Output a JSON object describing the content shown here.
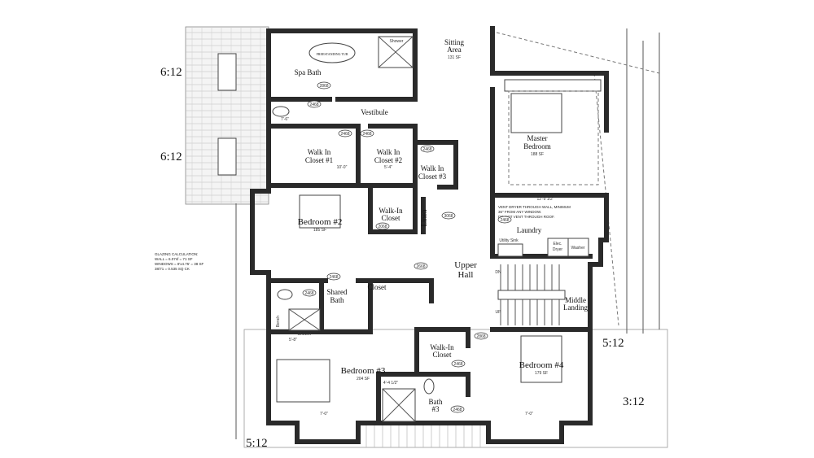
{
  "rooms": {
    "spa_bath": "Spa Bath",
    "tub": "FREESTANDING TUB",
    "shower_top": "Shower",
    "vestibule": "Vestibule",
    "wic1": [
      "Walk In",
      "Closet #1"
    ],
    "wic2": [
      "Walk In",
      "Closet #2"
    ],
    "wic3": [
      "Walk In",
      "Closet #3"
    ],
    "sitting": [
      "Sitting",
      "Area",
      "131 SF"
    ],
    "master": [
      "Master",
      "Bedroom",
      "188 SF"
    ],
    "bed2": [
      "Bedroom #2",
      "185 SF"
    ],
    "wic_bed2": [
      "Walk-In",
      "Closet"
    ],
    "linen": "Linen",
    "laundry": "Laundry",
    "utility_sink": "Utility Sink",
    "dryer": [
      "Elec.",
      "Dryer"
    ],
    "washer": "Washer",
    "upper_hall": [
      "Upper",
      "Hall"
    ],
    "closet": "Closet",
    "shared_bath": [
      "Shared",
      "Bath"
    ],
    "shower_shared": "Shower",
    "bench": "Bench",
    "middle_landing": [
      "Middle",
      "Landing"
    ],
    "bed3": [
      "Bedroom #3",
      "204 SF"
    ],
    "wic_bed4": [
      "Walk-In",
      "Closet"
    ],
    "bed4": [
      "Bedroom #4",
      "179 SF"
    ],
    "bath3": [
      "Bath",
      "#3"
    ],
    "stair_dn": "DN",
    "stair_up": "UP"
  },
  "roof_pitches": [
    "6:12",
    "6:12",
    "5:12",
    "3:12",
    "5:12"
  ],
  "notes": {
    "dryer_vent": [
      "VENT DRYER THROUGH WALL, MINIMUM",
      "36\" FROM ANY WINDOW.",
      "DO NOT VENT THROUGH ROOF."
    ],
    "glazing": [
      "GLAZING CALCULATION:",
      "WALL = 6.07sf = 71 SF",
      "WINDOWS = 8'x4.75' = 38 SF",
      "38/71 = 0.535 SQ CK"
    ]
  },
  "dimensions": [
    "12'-9 1/2\"",
    "10'-0\"",
    "5'-4\"",
    "7'-0\"",
    "7'-0\"",
    "4'-4 1/2\"",
    "5'-8\"",
    "7'-6\""
  ],
  "door_tags": [
    "2868",
    "2468",
    "2468",
    "2468",
    "2468",
    "2068",
    "3068",
    "2468",
    "2668",
    "2468",
    "2868",
    "2468",
    "2468",
    "2468"
  ]
}
